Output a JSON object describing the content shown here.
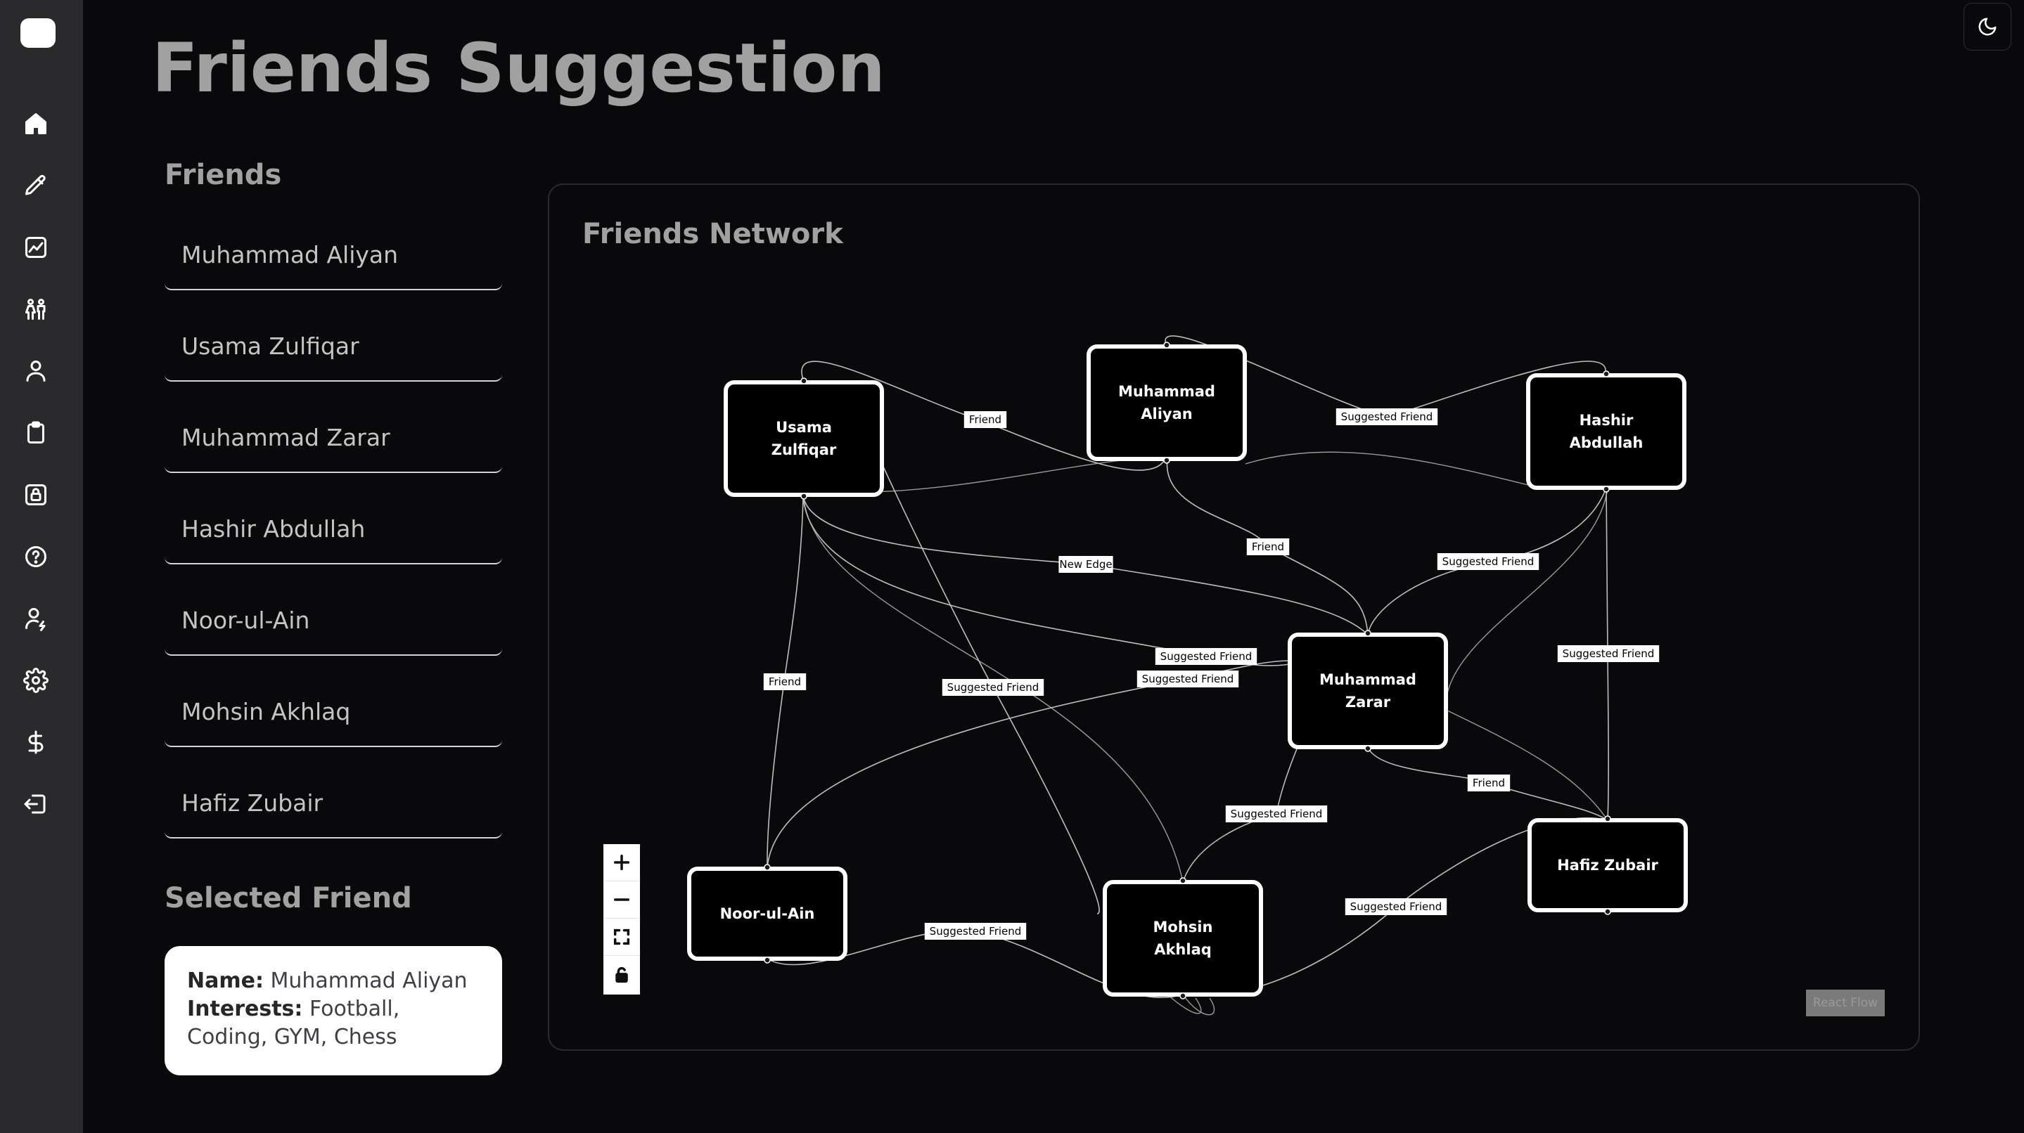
{
  "page": {
    "title": "Friends Suggestion"
  },
  "sidebar": {
    "items": [
      {
        "id": "home",
        "icon": "home-icon"
      },
      {
        "id": "edit",
        "icon": "pencil-icon"
      },
      {
        "id": "analytics",
        "icon": "chart-icon"
      },
      {
        "id": "friends",
        "icon": "people-icon"
      },
      {
        "id": "profile",
        "icon": "user-icon"
      },
      {
        "id": "clipboard",
        "icon": "clipboard-icon"
      },
      {
        "id": "lock",
        "icon": "lock-icon"
      },
      {
        "id": "help",
        "icon": "help-circle-icon"
      },
      {
        "id": "user-settings",
        "icon": "user-gear-icon"
      },
      {
        "id": "settings",
        "icon": "gear-icon"
      },
      {
        "id": "billing",
        "icon": "dollar-icon"
      },
      {
        "id": "logout",
        "icon": "logout-icon"
      }
    ]
  },
  "friends": {
    "title": "Friends",
    "list": [
      "Muhammad Aliyan",
      "Usama Zulfiqar",
      "Muhammad Zarar",
      "Hashir Abdullah",
      "Noor-ul-Ain",
      "Mohsin Akhlaq",
      "Hafiz Zubair"
    ]
  },
  "selected": {
    "title": "Selected Friend",
    "name_label": "Name:",
    "name": "Muhammad Aliyan",
    "interests_label": "Interests:",
    "interests": "Football, Coding, GYM, Chess"
  },
  "network": {
    "title": "Friends Network",
    "nodes": [
      {
        "id": "usama",
        "lines": [
          "Usama",
          "Zulfiqar"
        ]
      },
      {
        "id": "aliyan",
        "lines": [
          "Muhammad",
          "Aliyan"
        ]
      },
      {
        "id": "hashir",
        "lines": [
          "Hashir",
          "Abdullah"
        ]
      },
      {
        "id": "zarar",
        "lines": [
          "Muhammad",
          "Zarar"
        ]
      },
      {
        "id": "noor",
        "lines": [
          "Noor-ul-Ain"
        ]
      },
      {
        "id": "mohsin",
        "lines": [
          "Mohsin",
          "Akhlaq"
        ]
      },
      {
        "id": "hafiz",
        "lines": [
          "Hafiz Zubair"
        ]
      }
    ],
    "edges": [
      {
        "source": "usama",
        "target": "aliyan",
        "label": "Friend"
      },
      {
        "source": "aliyan",
        "target": "hashir",
        "label": "Suggested Friend"
      },
      {
        "source": "aliyan",
        "target": "zarar",
        "label": "Friend"
      },
      {
        "source": "usama",
        "target": "zarar",
        "label": "New Edge"
      },
      {
        "source": "hashir",
        "target": "zarar",
        "label": "Suggested Friend"
      },
      {
        "source": "usama",
        "target": "noor",
        "label": "Friend"
      },
      {
        "source": "usama",
        "target": "mohsin",
        "label": "Suggested Friend"
      },
      {
        "source": "usama",
        "target": "zarar",
        "label": "Suggested Friend"
      },
      {
        "source": "noor",
        "target": "zarar",
        "label": "Suggested Friend"
      },
      {
        "source": "hashir",
        "target": "hafiz",
        "label": "Suggested Friend"
      },
      {
        "source": "zarar",
        "target": "hafiz",
        "label": "Friend"
      },
      {
        "source": "zarar",
        "target": "mohsin",
        "label": "Suggested Friend"
      },
      {
        "source": "noor",
        "target": "mohsin",
        "label": "Suggested Friend"
      },
      {
        "source": "mohsin",
        "target": "hafiz",
        "label": "Suggested Friend"
      }
    ],
    "attribution": "React Flow"
  },
  "colors": {
    "background": "#09090b",
    "sidebar": "#2a2a2c",
    "node_border": "#ffffff",
    "edge": "#bdbdbd"
  }
}
